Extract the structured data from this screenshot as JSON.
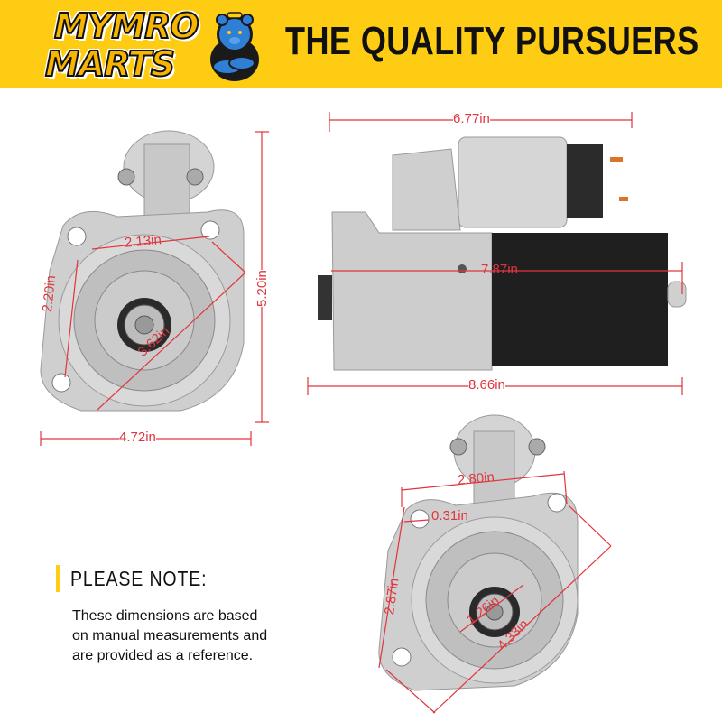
{
  "header": {
    "brand_line1": "MYMRO",
    "brand_line2": "MARTS",
    "tagline": "THE QUALITY PURSUERS",
    "background_color": "#fecc12"
  },
  "views": {
    "front_view": {
      "dimensions": {
        "bolt_spacing": "2.13in",
        "mount_height": "2.20in",
        "diagonal": "3.62in",
        "total_height": "5.20in",
        "total_width": "4.72in"
      }
    },
    "side_view": {
      "dimensions": {
        "solenoid_length": "6.77in",
        "body_length": "7.87in",
        "overall_length": "8.66in"
      }
    },
    "front_view_detail": {
      "dimensions": {
        "bolt_spacing": "2.80in",
        "hole_diameter": "0.31in",
        "mount_height": "2.87in",
        "pinion_diameter": "1.26in",
        "diagonal": "4.33in"
      }
    }
  },
  "note": {
    "title": "PLEASE NOTE:",
    "lines": [
      "These dimensions are based",
      "on manual measurements and",
      "are provided as a reference."
    ]
  },
  "colors": {
    "accent_yellow": "#fecc12",
    "dimension_red": "#e0353e",
    "motor_black": "#1c1c1c",
    "aluminum": "#c9c9c9"
  }
}
